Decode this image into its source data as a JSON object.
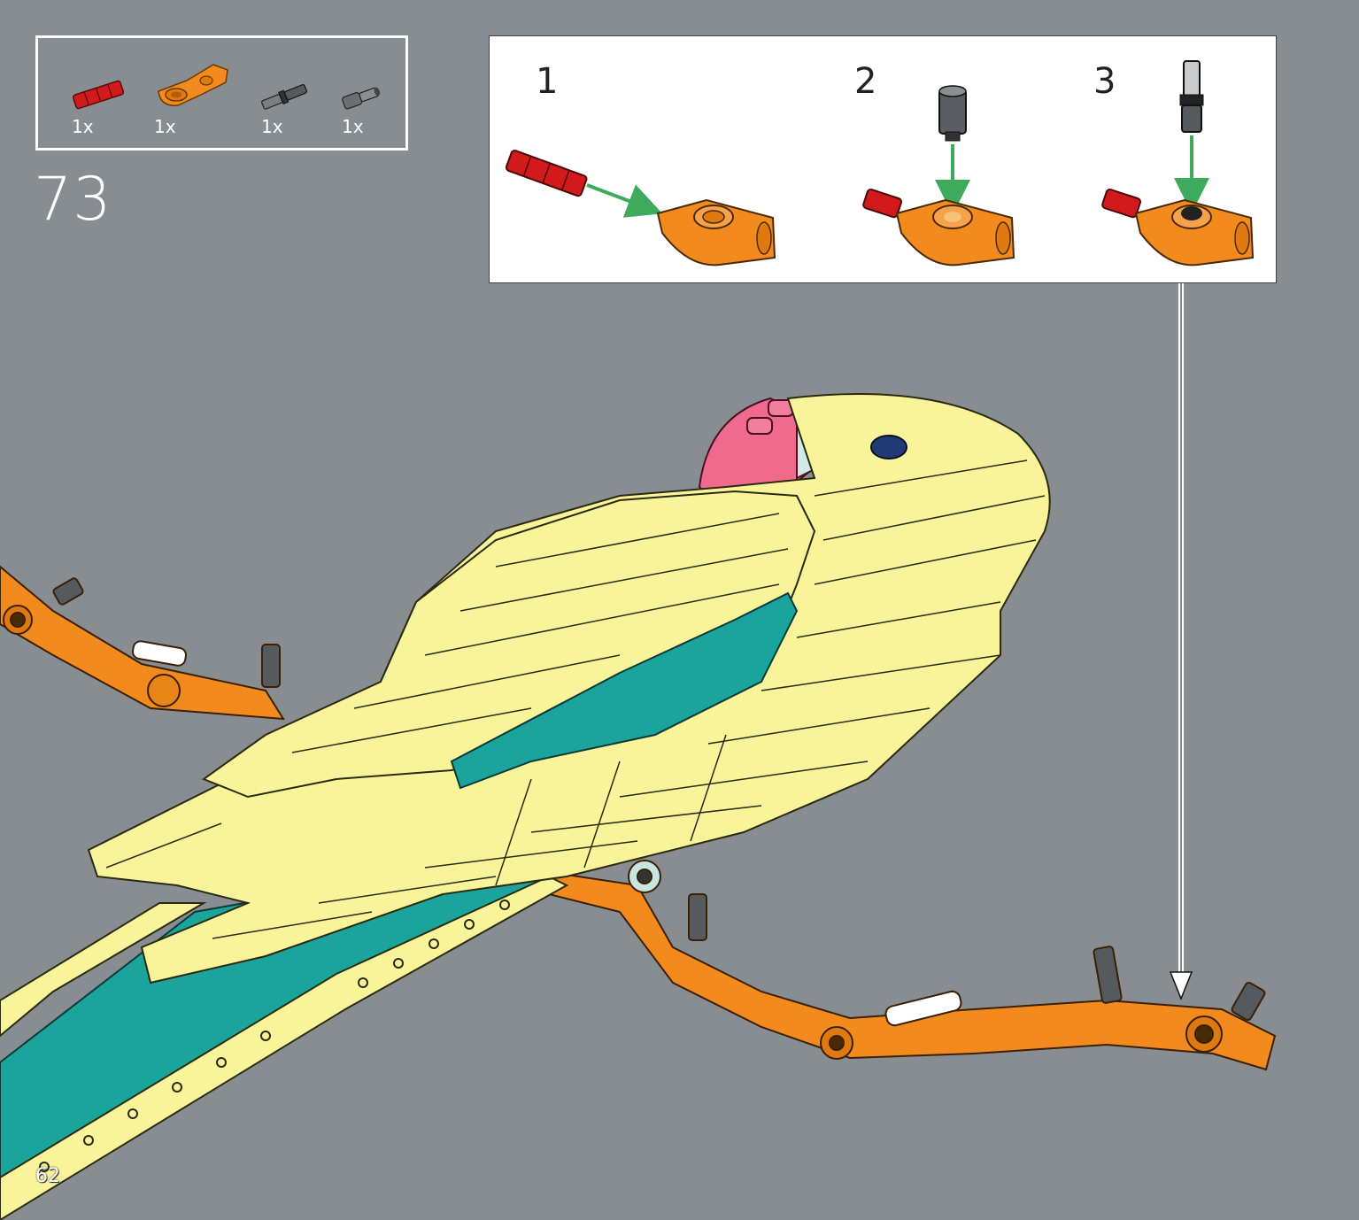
{
  "step": {
    "number": "73"
  },
  "page": {
    "number": "62"
  },
  "parts": [
    {
      "name": "red-axle-connector",
      "qty": "1x",
      "color": "#d21a1a"
    },
    {
      "name": "orange-angle-connector",
      "qty": "1x",
      "color": "#f28a1e"
    },
    {
      "name": "dark-gray-axle-pin",
      "qty": "1x",
      "color": "#555a5e"
    },
    {
      "name": "dark-gray-pin",
      "qty": "1x",
      "color": "#6b6f72"
    }
  ],
  "substeps": [
    {
      "label": "1"
    },
    {
      "label": "2"
    },
    {
      "label": "3"
    }
  ],
  "colors": {
    "background": "#878d91",
    "yellow": "#f9f39a",
    "teal": "#1aa49b",
    "orange": "#f28a1e",
    "pink": "#f06a8e",
    "arrow": "#3daa5c"
  }
}
